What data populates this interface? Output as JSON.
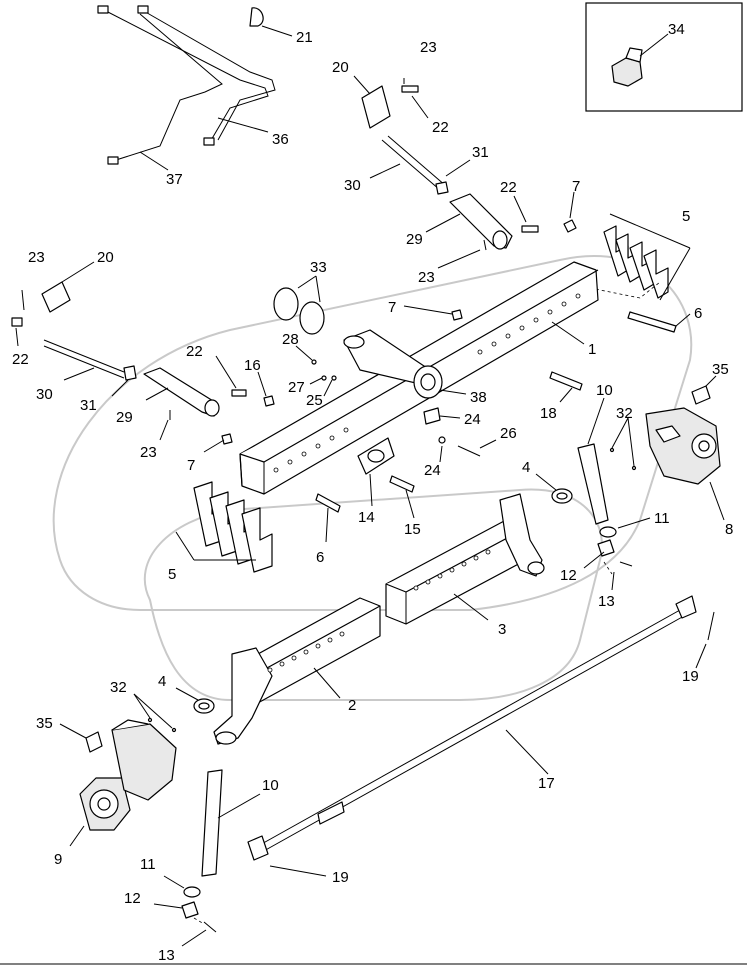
{
  "callouts": [
    {
      "id": "c1",
      "text": "1"
    },
    {
      "id": "c2",
      "text": "2"
    },
    {
      "id": "c3",
      "text": "3"
    },
    {
      "id": "c4a",
      "text": "4"
    },
    {
      "id": "c4b",
      "text": "4"
    },
    {
      "id": "c5a",
      "text": "5"
    },
    {
      "id": "c5b",
      "text": "5"
    },
    {
      "id": "c6a",
      "text": "6"
    },
    {
      "id": "c6b",
      "text": "6"
    },
    {
      "id": "c7a",
      "text": "7"
    },
    {
      "id": "c7b",
      "text": "7"
    },
    {
      "id": "c7c",
      "text": "7"
    },
    {
      "id": "c8",
      "text": "8"
    },
    {
      "id": "c9",
      "text": "9"
    },
    {
      "id": "c10a",
      "text": "10"
    },
    {
      "id": "c10b",
      "text": "10"
    },
    {
      "id": "c11a",
      "text": "11"
    },
    {
      "id": "c11b",
      "text": "11"
    },
    {
      "id": "c12a",
      "text": "12"
    },
    {
      "id": "c12b",
      "text": "12"
    },
    {
      "id": "c13a",
      "text": "13"
    },
    {
      "id": "c13b",
      "text": "13"
    },
    {
      "id": "c14",
      "text": "14"
    },
    {
      "id": "c15",
      "text": "15"
    },
    {
      "id": "c16",
      "text": "16"
    },
    {
      "id": "c17",
      "text": "17"
    },
    {
      "id": "c18",
      "text": "18"
    },
    {
      "id": "c19a",
      "text": "19"
    },
    {
      "id": "c19b",
      "text": "19"
    },
    {
      "id": "c20a",
      "text": "20"
    },
    {
      "id": "c20b",
      "text": "20"
    },
    {
      "id": "c21",
      "text": "21"
    },
    {
      "id": "c22a",
      "text": "22"
    },
    {
      "id": "c22b",
      "text": "22"
    },
    {
      "id": "c22c",
      "text": "22"
    },
    {
      "id": "c22d",
      "text": "22"
    },
    {
      "id": "c23a",
      "text": "23"
    },
    {
      "id": "c23b",
      "text": "23"
    },
    {
      "id": "c23c",
      "text": "23"
    },
    {
      "id": "c23d",
      "text": "23"
    },
    {
      "id": "c24a",
      "text": "24"
    },
    {
      "id": "c24b",
      "text": "24"
    },
    {
      "id": "c25",
      "text": "25"
    },
    {
      "id": "c26",
      "text": "26"
    },
    {
      "id": "c27",
      "text": "27"
    },
    {
      "id": "c28",
      "text": "28"
    },
    {
      "id": "c29a",
      "text": "29"
    },
    {
      "id": "c29b",
      "text": "29"
    },
    {
      "id": "c30a",
      "text": "30"
    },
    {
      "id": "c30b",
      "text": "30"
    },
    {
      "id": "c31a",
      "text": "31"
    },
    {
      "id": "c31b",
      "text": "31"
    },
    {
      "id": "c32a",
      "text": "32"
    },
    {
      "id": "c32b",
      "text": "32"
    },
    {
      "id": "c33",
      "text": "33"
    },
    {
      "id": "c34",
      "text": "34"
    },
    {
      "id": "c35a",
      "text": "35"
    },
    {
      "id": "c35b",
      "text": "35"
    },
    {
      "id": "c36",
      "text": "36"
    },
    {
      "id": "c37",
      "text": "37"
    },
    {
      "id": "c38",
      "text": "38"
    }
  ]
}
